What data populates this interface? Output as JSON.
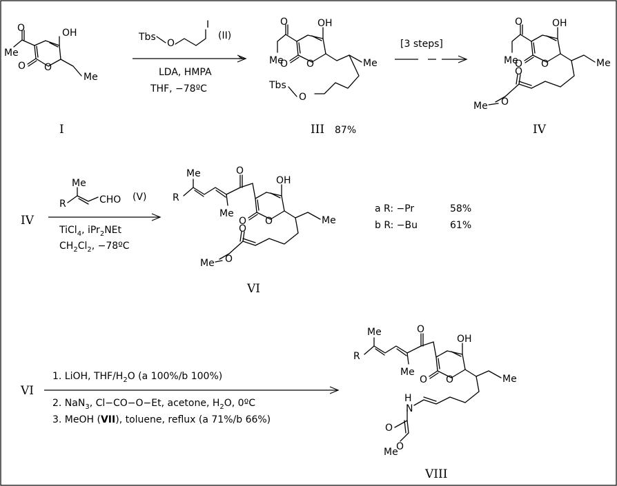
{
  "labels": {
    "c1": "I",
    "c3": "III",
    "c3_yield": "87%",
    "c4": "IV",
    "c4_start": "IV",
    "c6": "VI",
    "c6_start": "VI",
    "c8": "VIII"
  },
  "atoms": {
    "oh": "OH",
    "o": "O",
    "me": "Me",
    "tbs": "Tbs",
    "i": "I",
    "r": "R",
    "cho": "CHO"
  },
  "step1": {
    "reagent_ii": "(II)",
    "cond1": "LDA,  HMPA",
    "cond2": "THF,  −78ºC"
  },
  "step2": {
    "label": "[3 steps]"
  },
  "step3": {
    "reagent_v": "(V)",
    "cond2": "CH",
    "cond2b": "Cl",
    "cond2c": ",  −78ºC"
  },
  "variants": {
    "a_label": "a  R: −Pr",
    "a_yield": "58%",
    "b_label": "b  R: −Bu",
    "b_yield": "61%"
  },
  "step4": {
    "line1a": "1.  LiOH,  THF/H",
    "line1b": "O   (a 100%/b 100%)",
    "line2a": "2.  NaN",
    "line2b": ",  Cl−CO−O−Et,  acetone,  H",
    "line2c": "O,  0ºC",
    "line3a": "3.  MeOH (",
    "line3b": "VII",
    "line3c": "),  toluene,  reflux  (a 71%/b 66%)"
  },
  "product8": {
    "nh": "H",
    "n": "N"
  }
}
